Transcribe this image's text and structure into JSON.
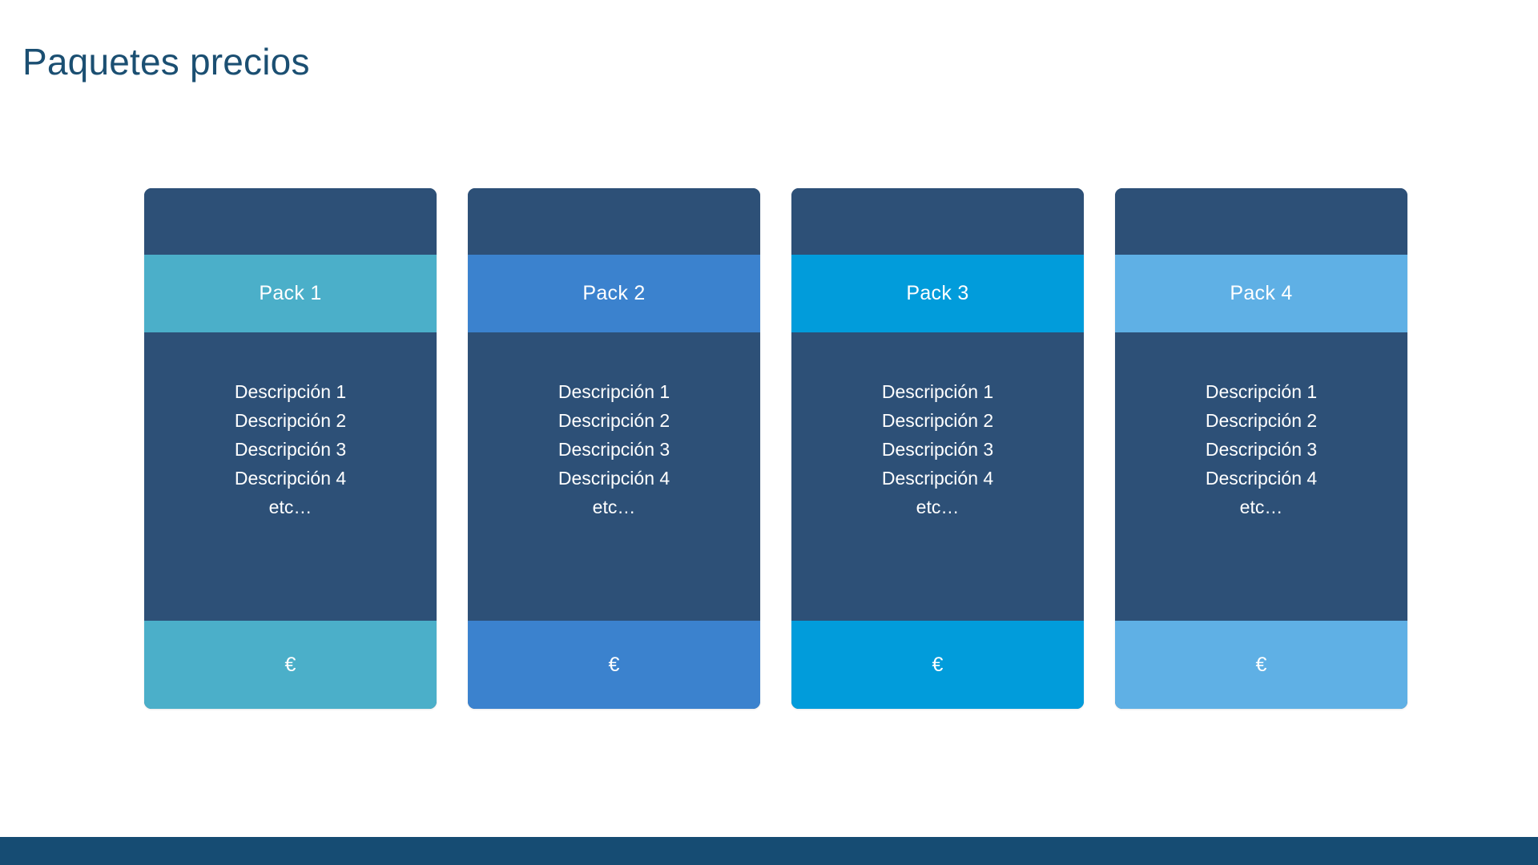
{
  "slide": {
    "title": "Paquetes precios",
    "title_color": "#1b4f72",
    "background_color": "#ffffff",
    "body_color": "#2d5077",
    "bottom_bar_color": "#164c73"
  },
  "packages": [
    {
      "name": "Pack 1",
      "accent_color": "#4bafc9",
      "price_symbol": "€",
      "descriptions": [
        "Descripción 1",
        "Descripción 2",
        "Descripción 3",
        "Descripción 4",
        "etc…"
      ]
    },
    {
      "name": "Pack 2",
      "accent_color": "#3b82ce",
      "price_symbol": "€",
      "descriptions": [
        "Descripción 1",
        "Descripción 2",
        "Descripción 3",
        "Descripción 4",
        "etc…"
      ]
    },
    {
      "name": "Pack 3",
      "accent_color": "#019cdb",
      "price_symbol": "€",
      "descriptions": [
        "Descripción 1",
        "Descripción 2",
        "Descripción 3",
        "Descripción 4",
        "etc…"
      ]
    },
    {
      "name": "Pack 4",
      "accent_color": "#5fb0e5",
      "price_symbol": "€",
      "descriptions": [
        "Descripción 1",
        "Descripción 2",
        "Descripción 3",
        "Descripción 4",
        "etc…"
      ]
    }
  ]
}
